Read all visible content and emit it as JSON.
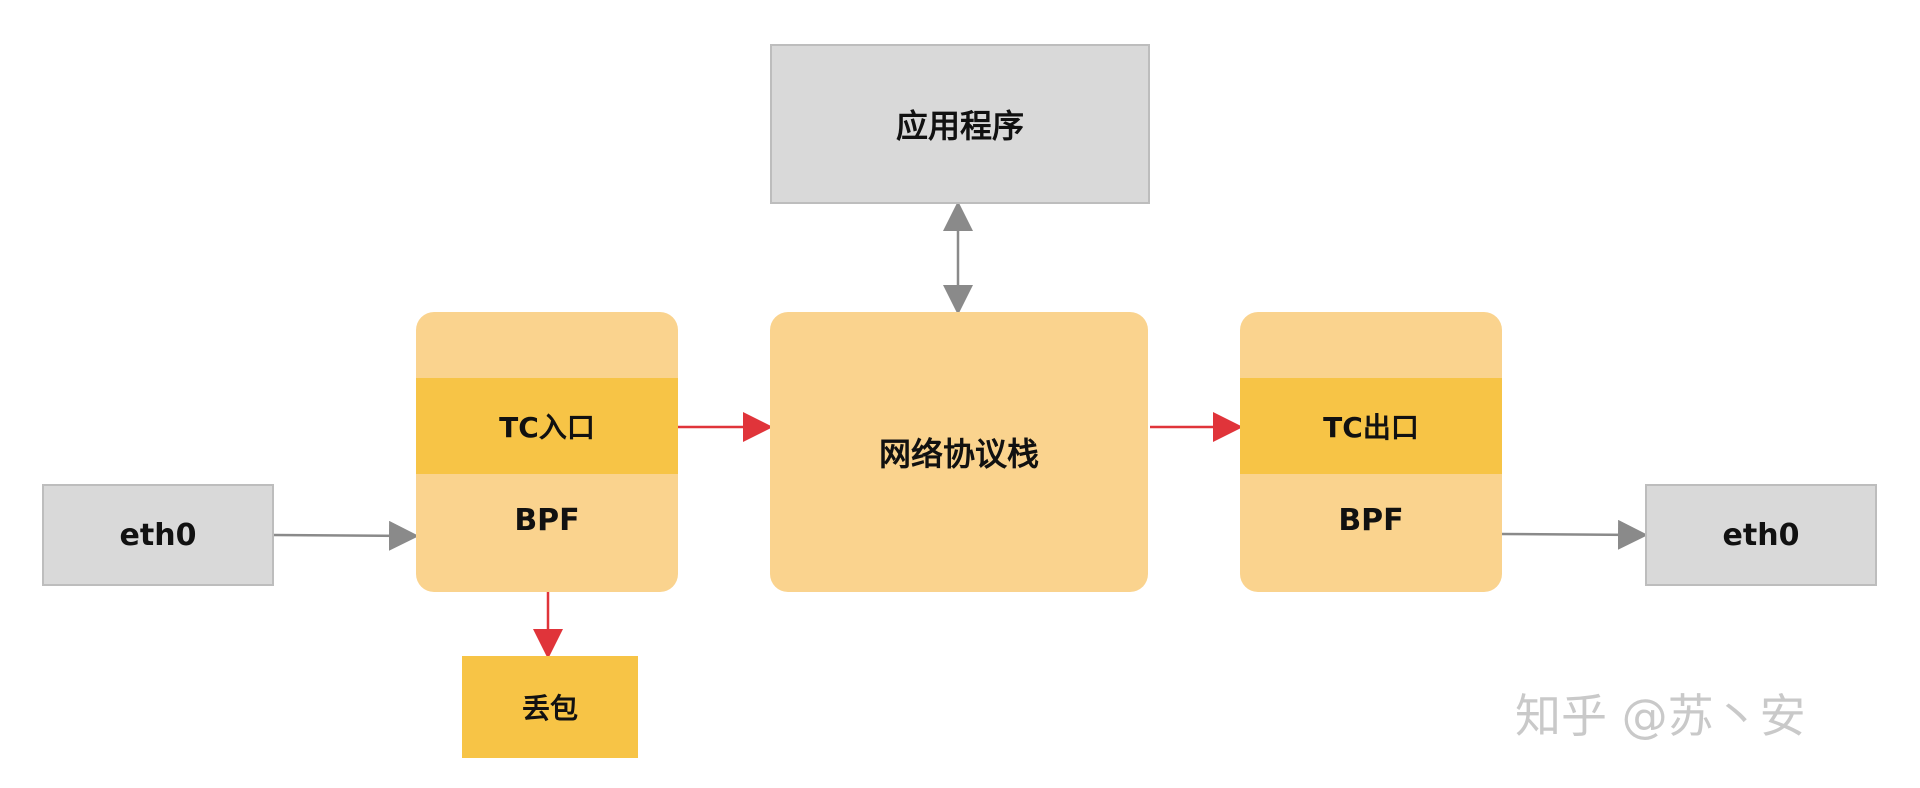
{
  "nodes": {
    "eth0_left": "eth0",
    "app": "应用程序",
    "tc_ingress_label": "TC入口",
    "tc_ingress_bpf": "BPF",
    "stack": "网络协议栈",
    "tc_egress_label": "TC出口",
    "tc_egress_bpf": "BPF",
    "eth0_right": "eth0",
    "drop": "丢包"
  },
  "watermark": "知乎 @苏丶安",
  "colors": {
    "gray_fill": "#d9d9d9",
    "yellow_dark": "#f7c446",
    "yellow_light": "#fad38e",
    "arrow_red": "#e0343a",
    "arrow_gray": "#8a8a8a"
  }
}
